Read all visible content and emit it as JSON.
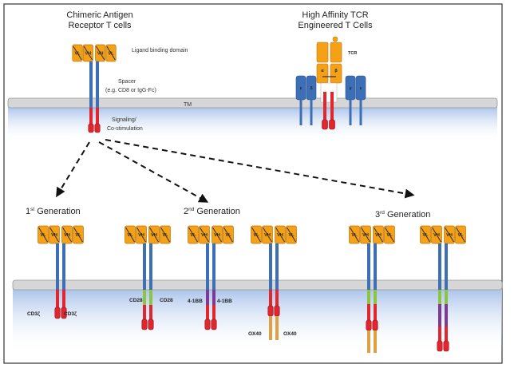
{
  "title_car": [
    "Chimeric Antigen",
    "Receptor T cells"
  ],
  "title_tcr": [
    "High Affinity TCR",
    "Engineered T Cells"
  ],
  "labels": {
    "ligand": "Ligand binding domain",
    "spacer": "Spacer",
    "spacer_note": "(e.g. CD8 or IgG-Fc)",
    "tm": "TM",
    "signaling": "Signaling/",
    "costim": "Co-stimulation",
    "tcr": "TCR"
  },
  "domains": {
    "vl": "VL",
    "vh": "VH"
  },
  "tcr_chains": {
    "alpha": "α",
    "beta": "β",
    "epsilon": "ε",
    "delta": "δ",
    "gamma": "γ"
  },
  "generations": {
    "first": {
      "num": "1",
      "sup": "st",
      "word": "Generation"
    },
    "second": {
      "num": "2",
      "sup": "nd",
      "word": "Generation"
    },
    "third": {
      "num": "3",
      "sup": "rd",
      "word": "Generation"
    }
  },
  "markers": {
    "cd3z": "CD3ζ",
    "cd28": "CD28",
    "b41": "4-1BB",
    "ox40": "OX40"
  },
  "colors": {
    "orange": "#f5a118",
    "blue": "#3d6fb6",
    "red": "#e3262d",
    "green": "#8cc63f",
    "purple": "#7e3a93",
    "tan": "#dfa042",
    "membrane": "#d3d3d3",
    "cytoplasm": "#dbe7f7"
  }
}
